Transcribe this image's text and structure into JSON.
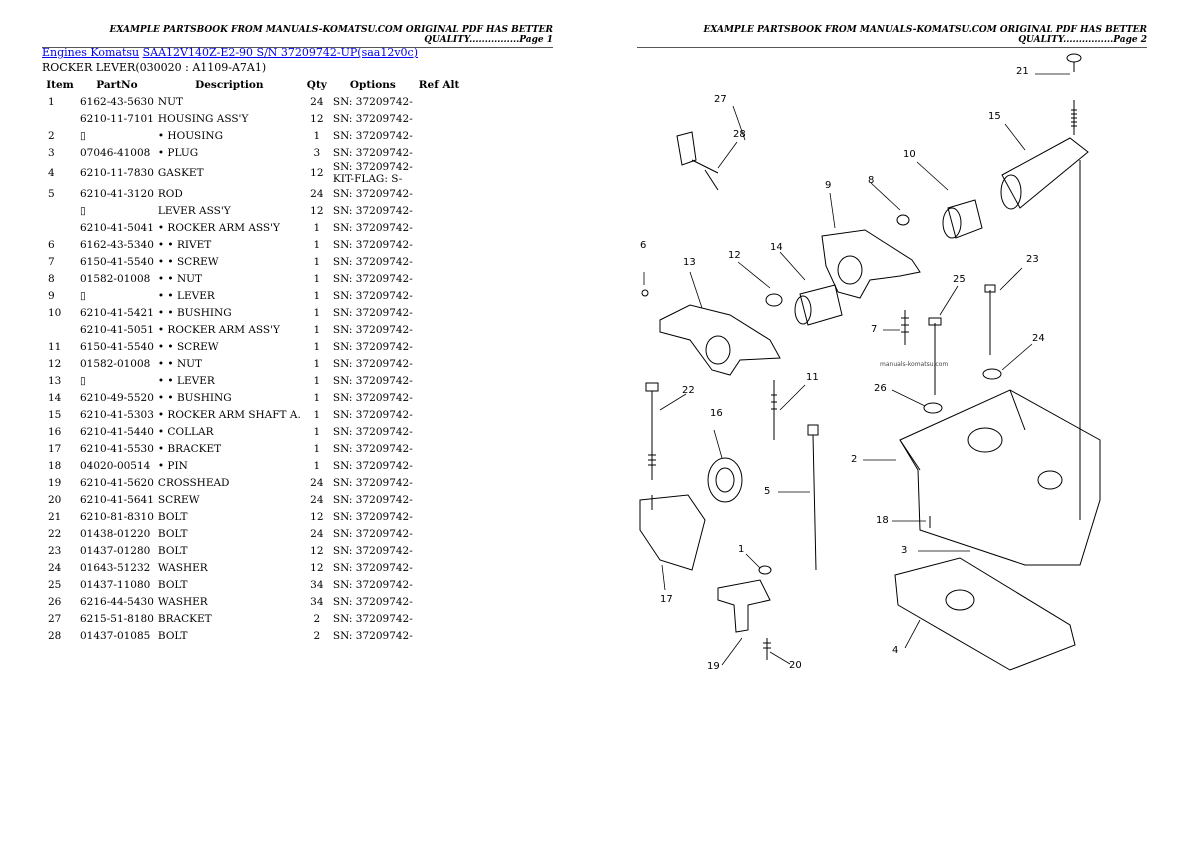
{
  "page1_header": "EXAMPLE PARTSBOOK FROM MANUALS-KOMATSU.COM ORIGINAL PDF HAS BETTER QUALITY................Page 1",
  "page2_header": "EXAMPLE PARTSBOOK FROM MANUALS-KOMATSU.COM ORIGINAL PDF HAS BETTER QUALITY................Page 2",
  "breadcrumb": {
    "link1": "Engines Komatsu",
    "link2": "SAA12V140Z-E2-90 S/N 37209742-UP(saa12v0c)"
  },
  "section_title": "ROCKER LEVER(030020 : A1109-A7A1)",
  "columns": [
    "Item",
    "PartNo",
    "Description",
    "Qty",
    "Options",
    "Ref Alt"
  ],
  "rows": [
    [
      "1",
      "6162-43-5630",
      "NUT",
      "24",
      "SN: 37209742-"
    ],
    [
      "",
      "6210-11-7101",
      "HOUSING ASS'Y",
      "12",
      "SN: 37209742-"
    ],
    [
      "2",
      "",
      "• HOUSING",
      "1",
      "SN: 37209742-"
    ],
    [
      "3",
      "07046-41008",
      "• PLUG",
      "3",
      "SN: 37209742-"
    ],
    [
      "4",
      "6210-11-7830",
      "GASKET",
      "12",
      "SN: 37209742- KIT-FLAG: S-"
    ],
    [
      "5",
      "6210-41-3120",
      "ROD",
      "24",
      "SN: 37209742-"
    ],
    [
      "",
      "",
      "LEVER ASS'Y",
      "12",
      "SN: 37209742-"
    ],
    [
      "",
      "6210-41-5041",
      "• ROCKER ARM ASS'Y",
      "1",
      "SN: 37209742-"
    ],
    [
      "6",
      "6162-43-5340",
      "• • RIVET",
      "1",
      "SN: 37209742-"
    ],
    [
      "7",
      "6150-41-5540",
      "• • SCREW",
      "1",
      "SN: 37209742-"
    ],
    [
      "8",
      "01582-01008",
      "• • NUT",
      "1",
      "SN: 37209742-"
    ],
    [
      "9",
      "",
      "• • LEVER",
      "1",
      "SN: 37209742-"
    ],
    [
      "10",
      "6210-41-5421",
      "• • BUSHING",
      "1",
      "SN: 37209742-"
    ],
    [
      "",
      "6210-41-5051",
      "• ROCKER ARM ASS'Y",
      "1",
      "SN: 37209742-"
    ],
    [
      "11",
      "6150-41-5540",
      "• • SCREW",
      "1",
      "SN: 37209742-"
    ],
    [
      "12",
      "01582-01008",
      "• • NUT",
      "1",
      "SN: 37209742-"
    ],
    [
      "13",
      "",
      "• • LEVER",
      "1",
      "SN: 37209742-"
    ],
    [
      "14",
      "6210-49-5520",
      "• • BUSHING",
      "1",
      "SN: 37209742-"
    ],
    [
      "15",
      "6210-41-5303",
      "• ROCKER ARM SHAFT A.",
      "1",
      "SN: 37209742-"
    ],
    [
      "16",
      "6210-41-5440",
      "• COLLAR",
      "1",
      "SN: 37209742-"
    ],
    [
      "17",
      "6210-41-5530",
      "• BRACKET",
      "1",
      "SN: 37209742-"
    ],
    [
      "18",
      "04020-00514",
      "• PIN",
      "1",
      "SN: 37209742-"
    ],
    [
      "19",
      "6210-41-5620",
      "CROSSHEAD",
      "24",
      "SN: 37209742-"
    ],
    [
      "20",
      "6210-41-5641",
      "SCREW",
      "24",
      "SN: 37209742-"
    ],
    [
      "21",
      "6210-81-8310",
      "BOLT",
      "12",
      "SN: 37209742-"
    ],
    [
      "22",
      "01438-01220",
      "BOLT",
      "24",
      "SN: 37209742-"
    ],
    [
      "23",
      "01437-01280",
      "BOLT",
      "12",
      "SN: 37209742-"
    ],
    [
      "24",
      "01643-51232",
      "WASHER",
      "12",
      "SN: 37209742-"
    ],
    [
      "25",
      "01437-11080",
      "BOLT",
      "34",
      "SN: 37209742-"
    ],
    [
      "26",
      "6216-44-5430",
      "WASHER",
      "34",
      "SN: 37209742-"
    ],
    [
      "27",
      "6215-51-8180",
      "BRACKET",
      "2",
      "SN: 37209742-"
    ],
    [
      "28",
      "01437-01085",
      "BOLT",
      "2",
      "SN: 37209742-"
    ]
  ],
  "missing_glyph": "▯",
  "diagram": {
    "watermark": "manuals-komatsu.com",
    "callouts": [
      "21",
      "27",
      "28",
      "15",
      "10",
      "9",
      "8",
      "6",
      "14",
      "12",
      "13",
      "23",
      "25",
      "7",
      "24",
      "11",
      "26",
      "22",
      "16",
      "2",
      "5",
      "18",
      "3",
      "1",
      "17",
      "4",
      "19",
      "20"
    ]
  }
}
